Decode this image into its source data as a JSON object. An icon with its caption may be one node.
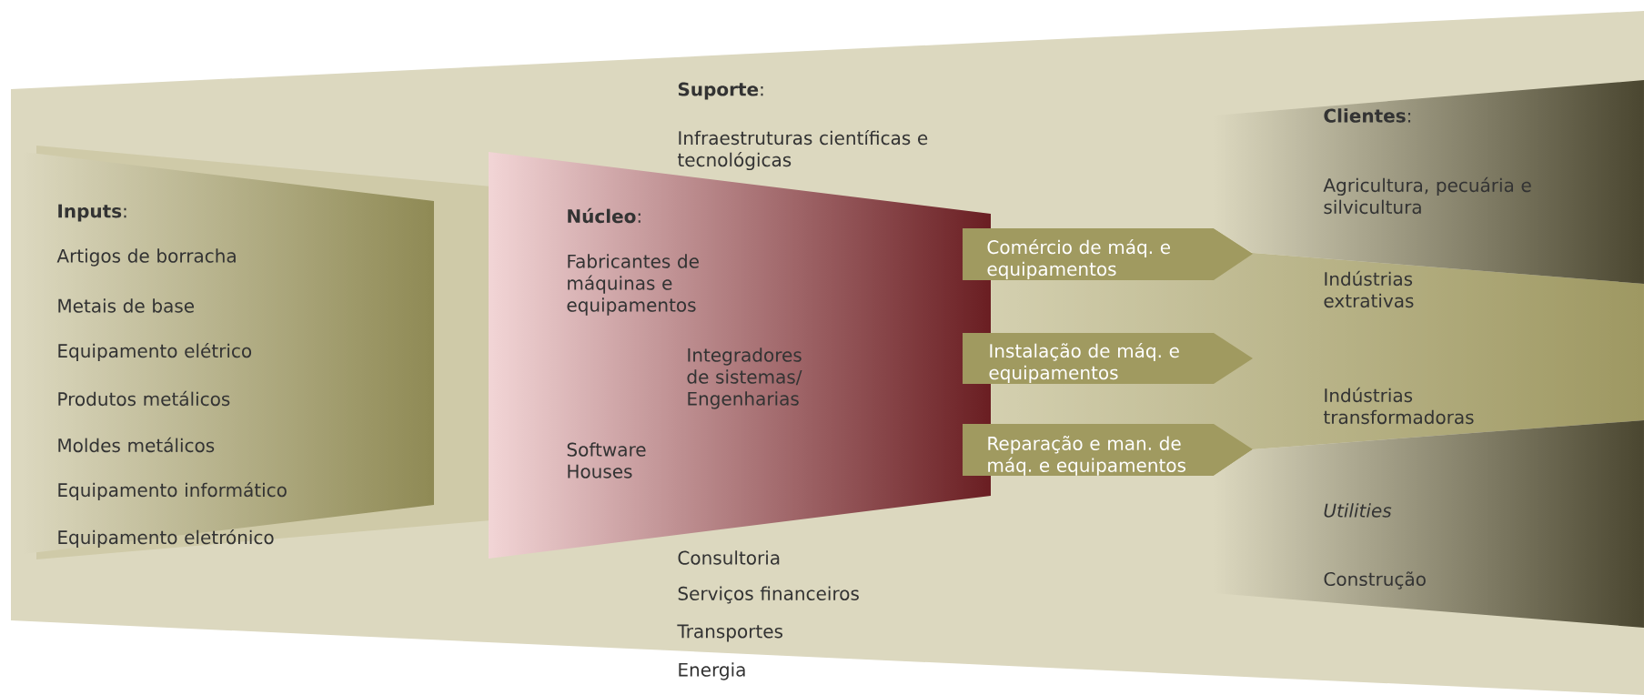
{
  "diagram": {
    "nodes": [
      {
        "text": [
          "**Suporte**:",
          "Infraestruturas científicas e tecnológicas",
          "Consultoria",
          "Serviços financeiros",
          "Transportes",
          "Energia"
        ]
      },
      {
        "text": [
          "**Inputs**:",
          "Artigos de borracha",
          "Metais de base",
          "Equipamento elétrico",
          "Produtos metálicos",
          "Moldes metálicos",
          "Equipamento informático",
          "Equipamento eletrónico"
        ],
        "in": 0
      },
      {
        "text": [
          "**Núcleo**:",
          "Fabricantes de máquinas e equipamentos",
          "Integradores de sistemas/ Engenharias",
          "Software Houses"
        ],
        "in": 0
      },
      {
        "text": [
          "Comércio de máq. e equipamentos"
        ],
        "in": 0
      },
      {
        "text": [
          "Instalação de máq. e equipamentos"
        ],
        "in": 0
      },
      {
        "text": [
          "Reparação e man. de máq. e equipamentos"
        ],
        "in": 0
      },
      {
        "text": [
          "**Clientes**:",
          "Agricultura, pecuária e silvicultura"
        ],
        "in": 0
      },
      {
        "text": [
          "Indústrias extrativas",
          "Indústrias transformadoras"
        ],
        "in": 0
      },
      {
        "text": [
          "Utilities",
          "Construção"
        ],
        "in": 0
      }
    ]
  }
}
